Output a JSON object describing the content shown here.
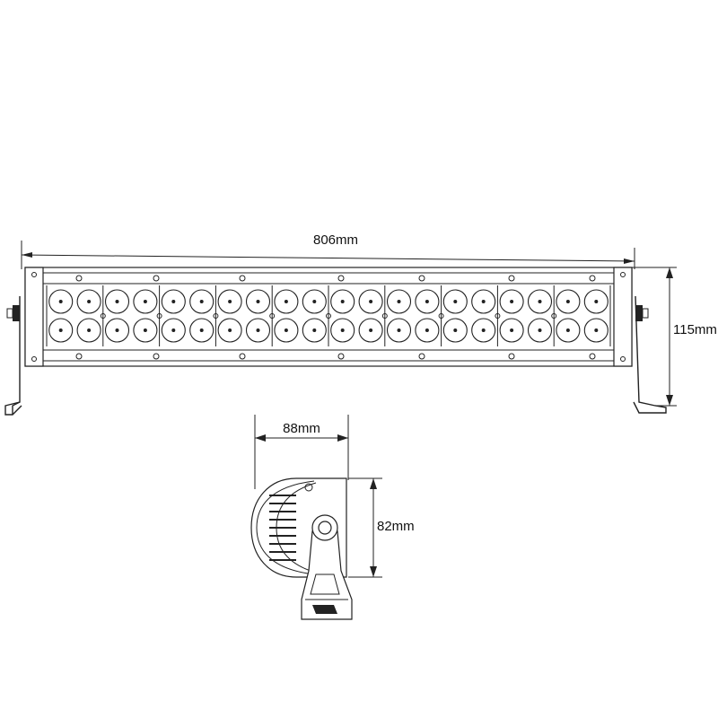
{
  "dimensions": {
    "length": "806mm",
    "height": "115mm",
    "depth": "88mm",
    "side_height": "82mm"
  },
  "light_bar": {
    "led_rows": 2,
    "led_columns": 20
  },
  "colors": {
    "line": "#222222",
    "background": "#ffffff"
  }
}
